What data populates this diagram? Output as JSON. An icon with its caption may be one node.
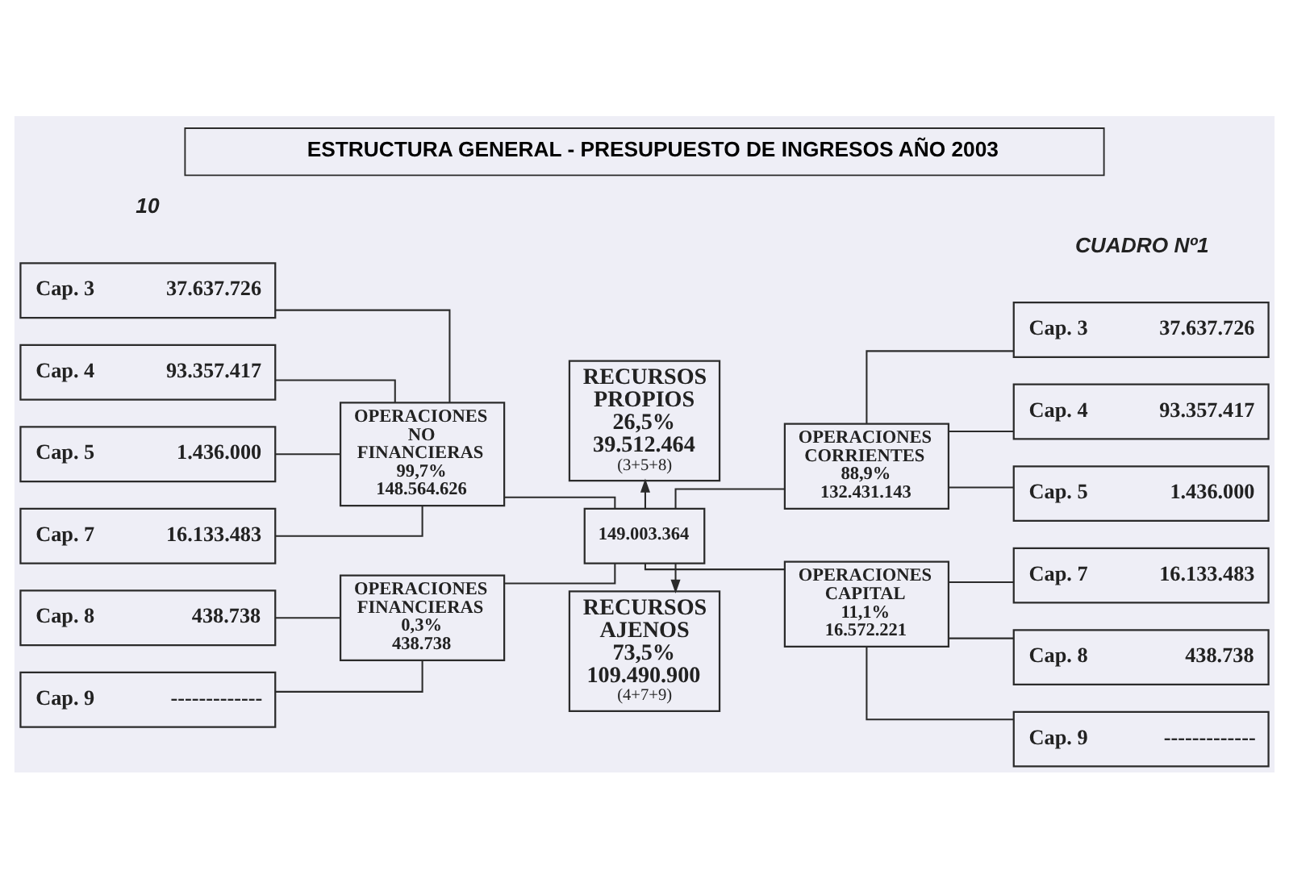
{
  "diagram": {
    "title": "ESTRUCTURA GENERAL - PRESUPUESTO DE INGRESOS AÑO 2003",
    "nodes": [
      {
        "text": [
          "RECURSOS PROPIOS",
          "26,5%",
          "39.512.464",
          "(3+5+8)"
        ]
      },
      {
        "text": [
          "Cap. 3",
          "37.637.726"
        ]
      },
      {
        "text": [
          "Cap. 4",
          "93.357.417"
        ]
      },
      {
        "text": [
          "Cap. 5",
          "1.436.000"
        ]
      },
      {
        "text": [
          "Cap. 7",
          "16.133.483"
        ]
      },
      {
        "text": [
          "OPERACIONES NO FINANCIERAS",
          "99,7%",
          "148.564.626"
        ]
      },
      {
        "text": [
          "Cap. 8",
          "438.738"
        ]
      },
      {
        "text": [
          "Cap. 9",
          "-------------"
        ]
      },
      {
        "text": [
          "OPERACIONES FINANCIERAS",
          "0,3%",
          "438.738"
        ]
      },
      {
        "text": [
          "149.003.364"
        ]
      },
      {
        "text": [
          "OPERACIONES CORRIENTES",
          "88,9%",
          "132.431.143"
        ]
      },
      {
        "text": [
          "Cap. 3",
          "37.637.726"
        ]
      },
      {
        "text": [
          "Cap. 4",
          "93.357.417"
        ]
      },
      {
        "text": [
          "Cap. 5",
          "1.436.000"
        ]
      },
      {
        "text": [
          "OPERACIONES CAPITAL",
          "11,1%",
          "16.572.221"
        ]
      },
      {
        "text": [
          "Cap. 7",
          "16.133.483"
        ]
      },
      {
        "text": [
          "Cap. 8",
          "438.738"
        ]
      },
      {
        "text": [
          "Cap. 9",
          "-------------"
        ]
      },
      {
        "text": [
          "RECURSOS AJENOS",
          "73,5%",
          "109.490.900",
          "(4+7+9)"
        ]
      }
    ],
    "edges": [
      {
        "from": 1,
        "to": 5,
        "arrow": "none"
      },
      {
        "from": 2,
        "to": 5,
        "arrow": "none"
      },
      {
        "from": 3,
        "to": 5,
        "arrow": "none"
      },
      {
        "from": 4,
        "to": 5,
        "arrow": "none"
      },
      {
        "from": 6,
        "to": 8,
        "arrow": "none"
      },
      {
        "from": 7,
        "to": 8,
        "arrow": "none"
      },
      {
        "from": 5,
        "to": 9,
        "arrow": "none"
      },
      {
        "from": 8,
        "to": 9,
        "arrow": "none"
      },
      {
        "from": 9,
        "to": 0,
        "arrow": "to"
      },
      {
        "from": 9,
        "to": 18,
        "arrow": "to"
      },
      {
        "from": 9,
        "to": 10,
        "arrow": "none"
      },
      {
        "from": 9,
        "to": 14,
        "arrow": "none"
      },
      {
        "from": 10,
        "to": 11,
        "arrow": "none"
      },
      {
        "from": 10,
        "to": 12,
        "arrow": "none"
      },
      {
        "from": 10,
        "to": 13,
        "arrow": "none"
      },
      {
        "from": 14,
        "to": 15,
        "arrow": "none"
      },
      {
        "from": 14,
        "to": 16,
        "arrow": "none"
      },
      {
        "from": 14,
        "to": 17,
        "arrow": "none"
      }
    ],
    "labels": [
      "CUADRO Nº1",
      "10"
    ]
  }
}
